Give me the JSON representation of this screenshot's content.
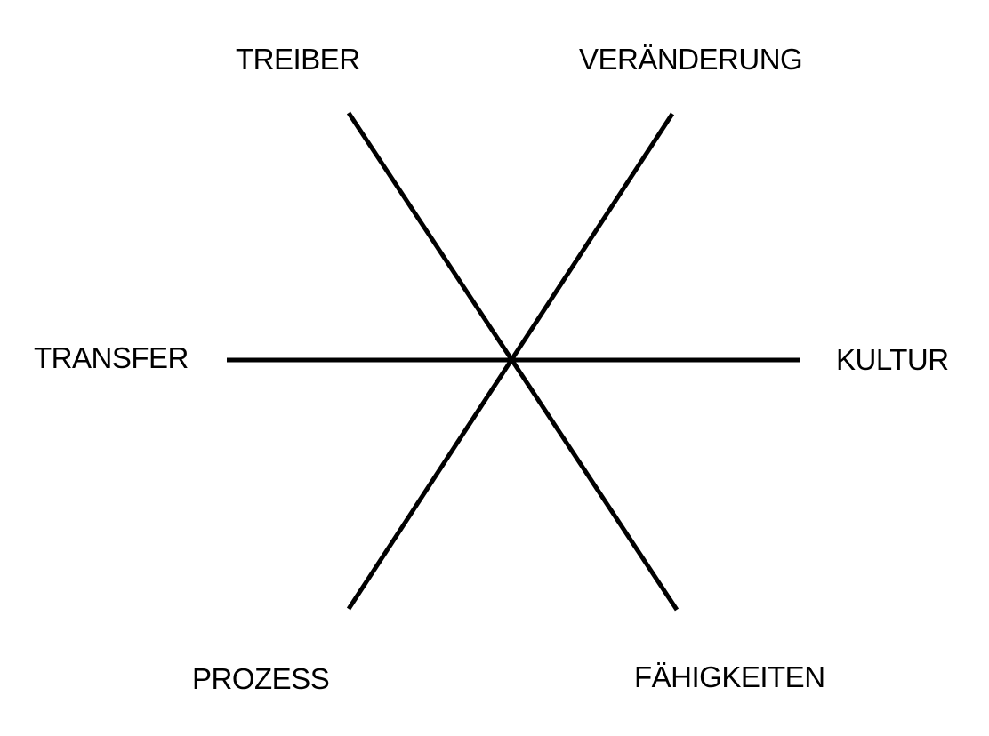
{
  "diagram": {
    "labels": {
      "treiber": "TREIBER",
      "veraenderung": "VERÄNDERUNG",
      "transfer": "TRANSFER",
      "kultur": "KULTUR",
      "prozess": "PROZESS",
      "faehigkeiten": "FÄHIGKEITEN"
    },
    "colors": {
      "line": "#000000",
      "text": "#000000",
      "background": "#ffffff"
    }
  }
}
